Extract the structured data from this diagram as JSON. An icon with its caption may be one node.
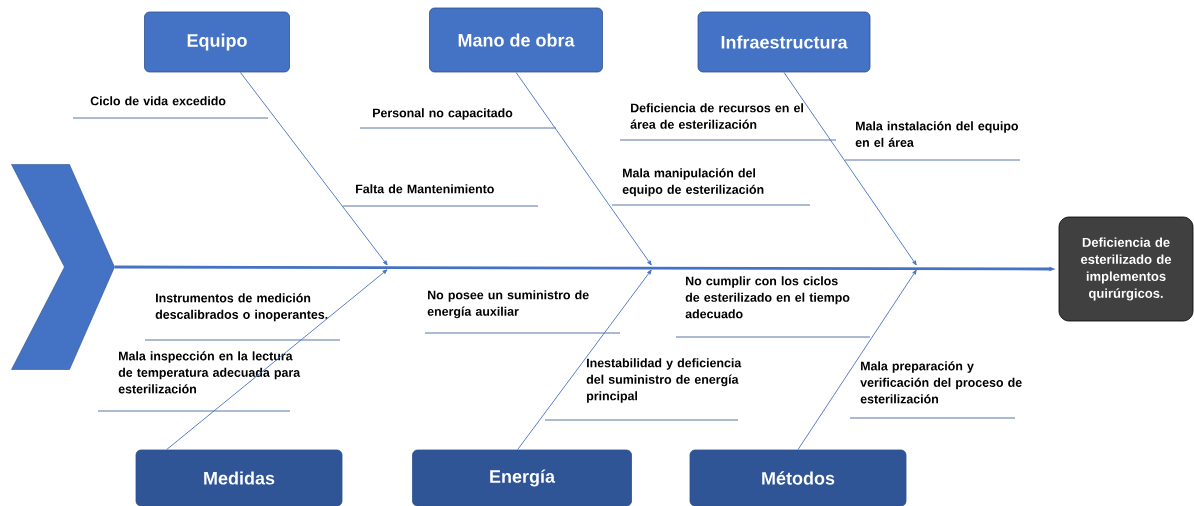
{
  "diagram": {
    "nodes": [
      {
        "text": [],
        "shape": "chevron"
      },
      {
        "text": [
          "Deficiencia de esterilizado de implementos quirúrgicos."
        ]
      },
      {
        "text": [
          "Equipo"
        ]
      },
      {
        "text": [
          "Mano de obra"
        ]
      },
      {
        "text": [
          "Infraestructura"
        ]
      },
      {
        "text": [
          "Medidas"
        ]
      },
      {
        "text": [
          "Energía"
        ]
      },
      {
        "text": [
          "Métodos"
        ]
      }
    ],
    "edges": [
      {
        "from": 0,
        "to": 1,
        "arrow": "to",
        "style": "thick"
      },
      {
        "from": 2,
        "to": null,
        "arrow": "to"
      },
      {
        "from": 3,
        "to": null,
        "arrow": "to"
      },
      {
        "from": 4,
        "to": null,
        "arrow": "to"
      },
      {
        "from": 5,
        "to": null,
        "arrow": "to"
      },
      {
        "from": 6,
        "to": null,
        "arrow": "to"
      },
      {
        "from": 7,
        "to": null,
        "arrow": "to"
      }
    ],
    "labels": [
      "Ciclo de vida excedido",
      "Deficiencia de recursos en el área de esterilización",
      "Personal no capacitado",
      "Mala instalación del equipo en el área",
      "Mala manipulación del equipo de esterilización",
      "Falta de Mantenimiento",
      "No cumplir con los ciclos de esterilizado en el tiempo adecuado",
      "No posee un suministro de energía auxiliar",
      "Instrumentos de medición descalibrados o inoperantes.",
      "Mala inspección en la lectura de temperatura adecuada para esterilización",
      "Inestabilidad y deficiencia del suministro de energía principal",
      "Mala preparación y verificación del proceso de esterilización"
    ]
  }
}
